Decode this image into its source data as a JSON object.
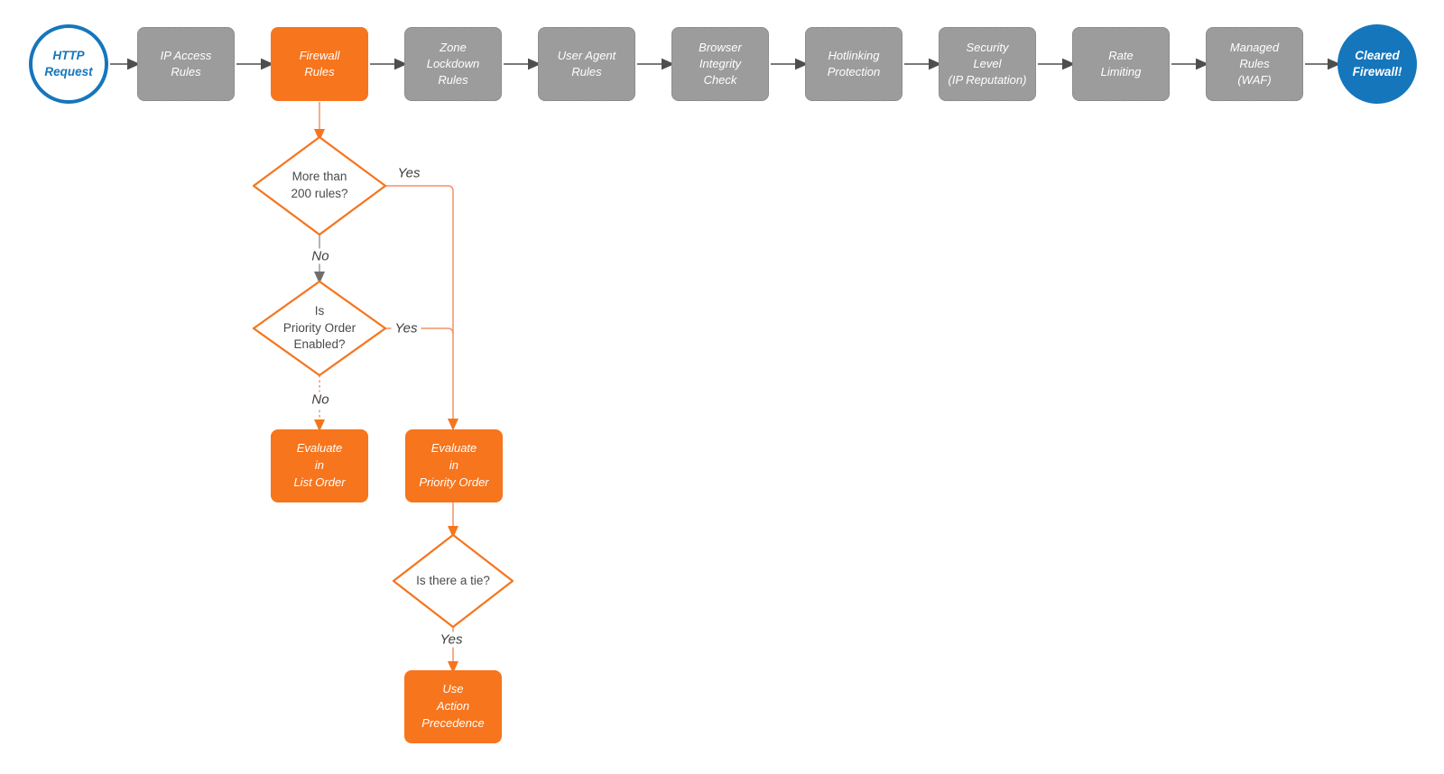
{
  "colors": {
    "node_gray": "#9C9C9C",
    "node_orange": "#F6751D",
    "terminal_blue": "#1576BC",
    "arrow_dark": "#4E4E4E",
    "connector_orange": "#F29266",
    "connector_gray": "#9A9A9A",
    "diamond_border": "#F6751D",
    "diamond_text": "#4A4A4A"
  },
  "pipeline": {
    "start": {
      "label": "HTTP\nRequest"
    },
    "steps": [
      {
        "label": "IP Access\nRules"
      },
      {
        "label": "Firewall\nRules",
        "highlighted": true
      },
      {
        "label": "Zone\nLockdown\nRules"
      },
      {
        "label": "User Agent\nRules"
      },
      {
        "label": "Browser\nIntegrity\nCheck"
      },
      {
        "label": "Hotlinking\nProtection"
      },
      {
        "label": "Security\nLevel\n(IP Reputation)"
      },
      {
        "label": "Rate\nLimiting"
      },
      {
        "label": "Managed\nRules\n(WAF)"
      }
    ],
    "end": {
      "label": "Cleared\nFirewall!"
    }
  },
  "firewall_branch": {
    "decision_rule_count": {
      "question": "More than\n200 rules?",
      "yes_label": "Yes",
      "no_label": "No"
    },
    "decision_priority_enabled": {
      "question": "Is\nPriority Order\nEnabled?",
      "yes_label": "Yes",
      "no_label": "No"
    },
    "action_list_order": {
      "label": "Evaluate\nin\nList Order"
    },
    "action_priority_order": {
      "label": "Evaluate\nin\nPriority Order"
    },
    "decision_tie": {
      "question": "Is there a tie?",
      "yes_label": "Yes"
    },
    "action_precedence": {
      "label": "Use\nAction\nPrecedence"
    }
  }
}
